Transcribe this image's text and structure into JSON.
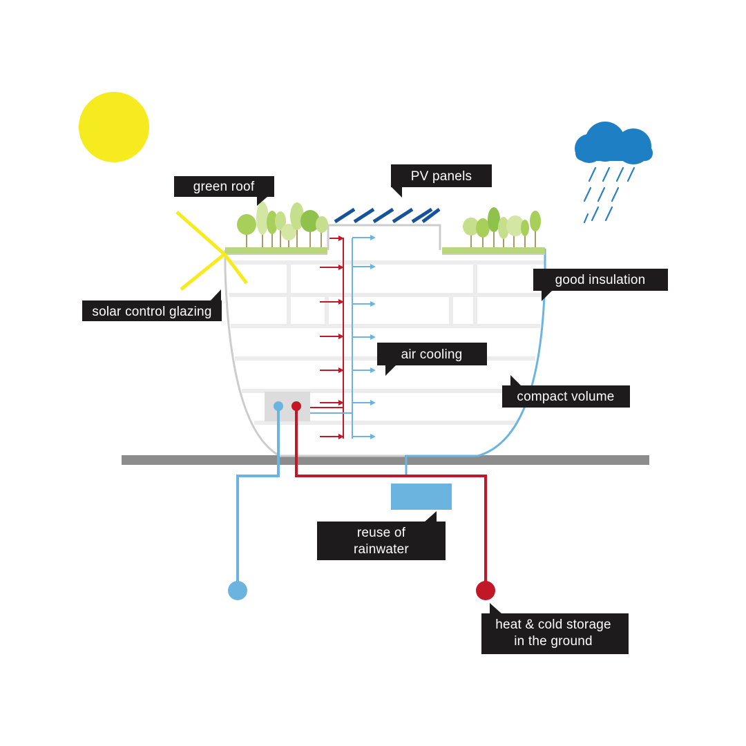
{
  "labels": {
    "green_roof": "green roof",
    "pv_panels": "PV panels",
    "solar_control_glazing": "solar control glazing",
    "good_insulation": "good insulation",
    "air_cooling": "air cooling",
    "compact_volume": "compact volume",
    "reuse_of_rainwater_line1": "reuse of",
    "reuse_of_rainwater_line2": "rainwater",
    "heat_cold_storage_line1": "heat & cold storage",
    "heat_cold_storage_line2": "in the ground"
  },
  "icons": {
    "sun": "sun-icon",
    "rain": "rain-cloud-icon",
    "tree": "tree-icon"
  },
  "colors": {
    "sun": "#f5eb1f",
    "cloud": "#1f7fc4",
    "rain": "#2a7fc0",
    "tree_green": "#a9cf5b",
    "roof_green": "#b7d77a",
    "pv_blue": "#14529a",
    "warm_red": "#c21726",
    "cool_blue": "#6cb4e0",
    "glazing_yellow": "#f5eb1f",
    "ground_gray": "#8c8c8c",
    "callout_black": "#1d1b1b",
    "building_line": "#dcdcdc",
    "insulation_blue": "#6cb4e0"
  }
}
